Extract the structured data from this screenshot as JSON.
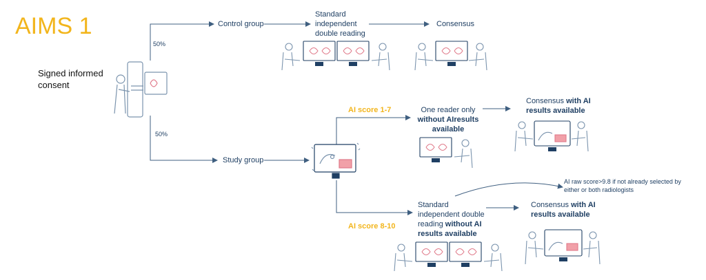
{
  "title": "AIMS 1",
  "consent": {
    "line1": "Signed informed",
    "line2": "consent"
  },
  "split": {
    "top": "50%",
    "bottom": "50%"
  },
  "control_group": {
    "label": "Control group",
    "reading": {
      "line1": "Standard",
      "line2": "independent",
      "line3": "double reading"
    },
    "consensus": "Consensus"
  },
  "study_group": {
    "label": "Study group",
    "low": {
      "score_label": "AI score 1-7",
      "reader": {
        "line1": "One reader only",
        "line2_bold": "without AIresults",
        "line3_bold": "available"
      },
      "consensus": {
        "plain": "Consensus ",
        "bold1": "with AI",
        "bold2": "results available"
      }
    },
    "high": {
      "score_label": "AI score 8-10",
      "reader": {
        "line1": "Standard",
        "line2": "independent double",
        "line3_plain": "reading ",
        "line3_bold": "without AI",
        "line4_bold": "results available"
      },
      "consensus": {
        "plain": "Consensus ",
        "bold1": "with AI",
        "bold2": "results available"
      },
      "note": {
        "line1": "AI raw score>9.8 if not already selected by",
        "line2": "either or both radiologists"
      }
    }
  },
  "colors": {
    "accent": "#f2b51c",
    "text": "#1f3f63",
    "arrow": "#3f5f80",
    "screen_pink": "#e07a8a",
    "ai_panel": "#f1a0a8"
  },
  "icons": [
    "mammography-machine-icon",
    "radiologist-workstation-icon",
    "ai-monitor-icon"
  ]
}
